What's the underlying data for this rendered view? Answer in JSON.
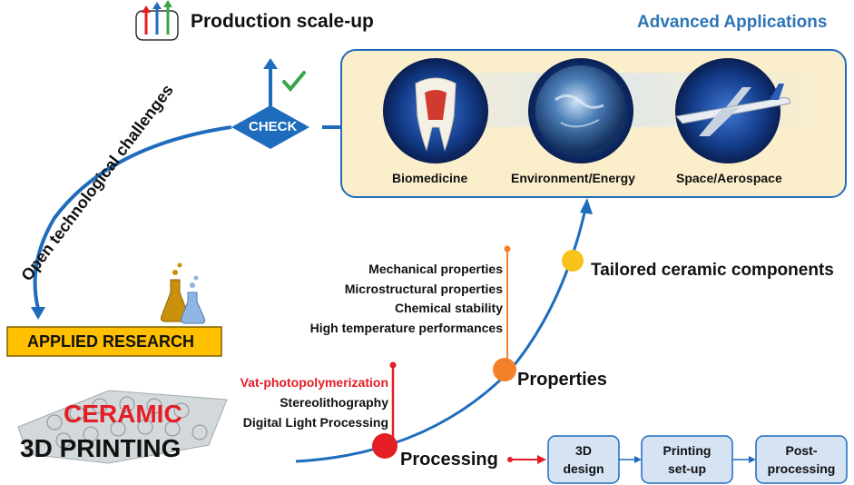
{
  "header": {
    "scale_up": "Production scale-up",
    "advanced": "Advanced Applications"
  },
  "check": {
    "label": "CHECK"
  },
  "challenges": "Open technological challenges",
  "applied": "APPLIED RESEARCH",
  "logo": {
    "line1": "CERAMIC",
    "line2": "3D PRINTING"
  },
  "applications": [
    {
      "label": "Biomedicine"
    },
    {
      "label": "Environment/Energy"
    },
    {
      "label": "Space/Aerospace"
    }
  ],
  "stages": {
    "tailored": "Tailored ceramic components",
    "properties": "Properties",
    "processing": "Processing"
  },
  "properties_list": [
    "Mechanical properties",
    "Microstructural properties",
    "Chemical stability",
    "High temperature performances"
  ],
  "processing_list": {
    "highlight": "Vat-photopolymerization",
    "items": [
      "Stereolithography",
      "Digital Light Processing"
    ]
  },
  "steps": [
    {
      "line1": "3D",
      "line2": "design"
    },
    {
      "line1": "Printing",
      "line2": "set-up"
    },
    {
      "line1": "Post-",
      "line2": "processing"
    }
  ],
  "colors": {
    "blue": "#1f6cbd",
    "accent_title": "#2e75b6",
    "red": "#e31e24",
    "orange": "#f4812a",
    "yellow": "#f7c21a",
    "box_fill": "#fbeecb",
    "applied_fill": "#ffc000",
    "step_fill": "#d5e3f3"
  }
}
